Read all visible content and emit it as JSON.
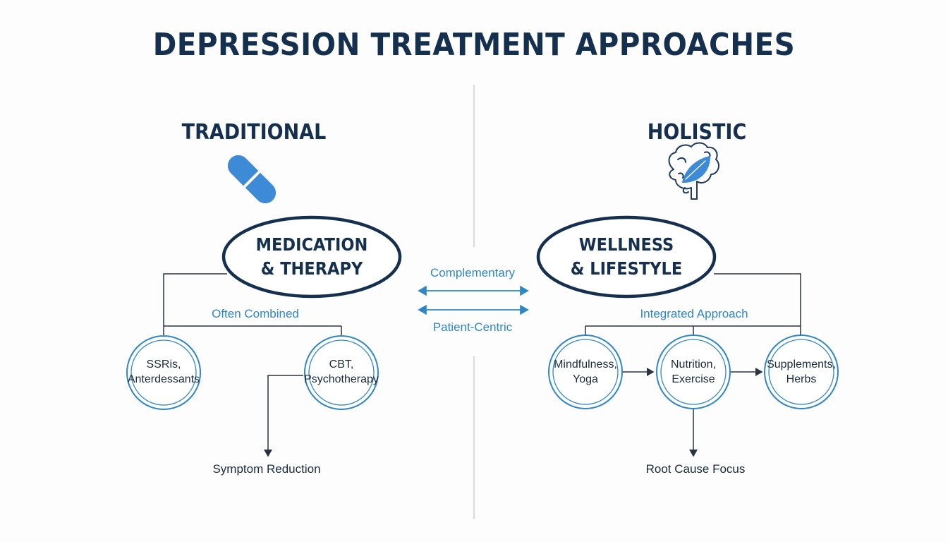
{
  "title": "DEPRESSION TREATMENT APPROACHES",
  "colors": {
    "navy": "#15304f",
    "accent": "#2f86c6",
    "line": "#2a3340"
  },
  "traditional": {
    "heading": "TRADITIONAL",
    "icon": "pill-capsule-icon",
    "main_line1": "MEDICATION",
    "main_line2": "& THERAPY",
    "connector_label": "Often Combined",
    "nodes": [
      {
        "line1": "SSRis,",
        "line2": "Anterdessants"
      },
      {
        "line1": "CBT,",
        "line2": "Psychotherapy"
      }
    ],
    "outcome": "Symptom Reduction"
  },
  "holistic": {
    "heading": "HOLISTIC",
    "icon": "brain-leaf-icon",
    "main_line1": "WELLNESS",
    "main_line2": "& LIFESTYLE",
    "connector_label": "Integrated Approach",
    "nodes": [
      {
        "line1": "Mindfulness,",
        "line2": "Yoga"
      },
      {
        "line1": "Nutrition,",
        "line2": "Exercise"
      },
      {
        "line1": "Supplements,",
        "line2": "Herbs"
      }
    ],
    "outcome": "Root Cause Focus"
  },
  "center": {
    "label_top": "Complementary",
    "label_bottom": "Patient-Centric"
  }
}
